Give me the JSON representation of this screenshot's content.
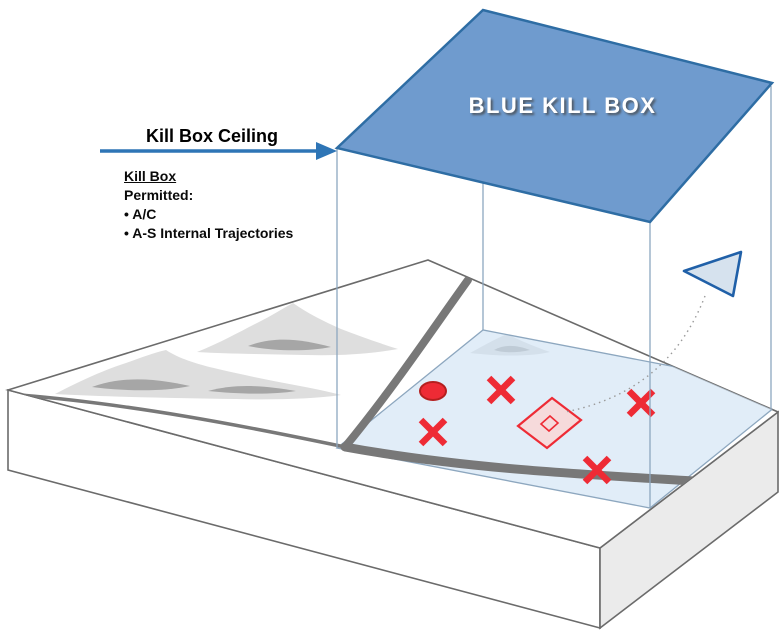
{
  "labels": {
    "blue_kill_box": "BLUE KILL BOX",
    "kill_box_ceiling": "Kill Box Ceiling"
  },
  "legend": {
    "title": "Kill Box",
    "subtitle": "Permitted:",
    "items": [
      "• A/C",
      "• A-S Internal Trajectories"
    ]
  },
  "symbols": {
    "aircraft_icon": "friendly-aircraft-triangle",
    "enemy_targets": [
      "red-x-target",
      "red-x-target",
      "red-x-target",
      "red-x-target"
    ],
    "enemy_unit": "red-diamond-unit",
    "enemy_position": "red-ellipse",
    "trajectory": "dotted-weapon-trajectory"
  },
  "colors": {
    "ceiling_fill": "#6f9bce",
    "ceiling_border": "#2e6da4",
    "ceiling_text": "#ffffff",
    "arrow": "#2e75b6",
    "footprint_fill": "#cfe2f3",
    "edge_line": "#8da7bf",
    "target_red": "#ee2b35",
    "target_red_dark": "#b51f1f",
    "diamond_fill": "#f9d6d6",
    "terrain_top": "#ffffff",
    "terrain_front": "#ffffff",
    "terrain_side": "#ebebeb",
    "terrain_outline": "#6b6b6b",
    "mountain_light": "#dedede",
    "mountain_shadow": "#a6a6a6",
    "road": "#787878",
    "trajectory_dots": "#9a9a9a",
    "aircraft_fill": "#d6e2ee",
    "aircraft_border": "#2060a8",
    "label_text": "#000000"
  }
}
